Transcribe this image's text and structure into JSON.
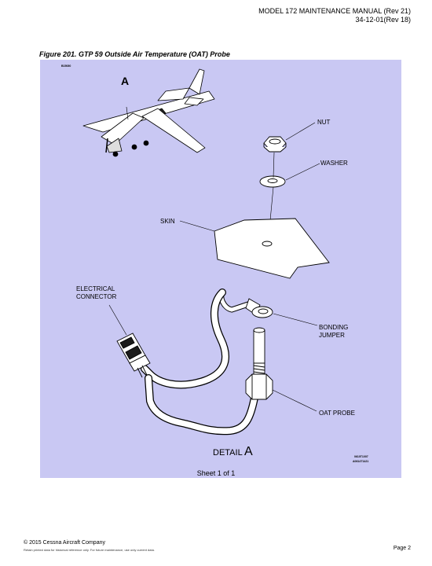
{
  "header": {
    "line1": "MODEL 172 MAINTENANCE MANUAL  (Rev 21)",
    "line2": "34-12-01(Rev 18)"
  },
  "figure": {
    "title": "Figure 201. GTP 59 Outside Air Temperature (OAT) Probe",
    "ref_code": "B15080",
    "view_letter": "A",
    "labels": {
      "nut": "NUT",
      "washer": "WASHER",
      "skin": "SKIN",
      "electrical_connector_1": "ELECTRICAL",
      "electrical_connector_2": "CONNECTOR",
      "bonding_jumper_1": "BONDING",
      "bonding_jumper_2": "JUMPER",
      "oat_probe": "OAT PROBE"
    },
    "detail_word": "DETAIL",
    "detail_letter": "A",
    "drawing_no_1": "0610T1007",
    "drawing_no_2": "A0614T1421",
    "sheet": "Sheet 1 of 1"
  },
  "footer": {
    "copyright": "© 2015 Cessna Aircraft Company",
    "notice": "Retain printed data for historical reference only. For future maintenance, use only current data.",
    "page": "Page 2"
  }
}
